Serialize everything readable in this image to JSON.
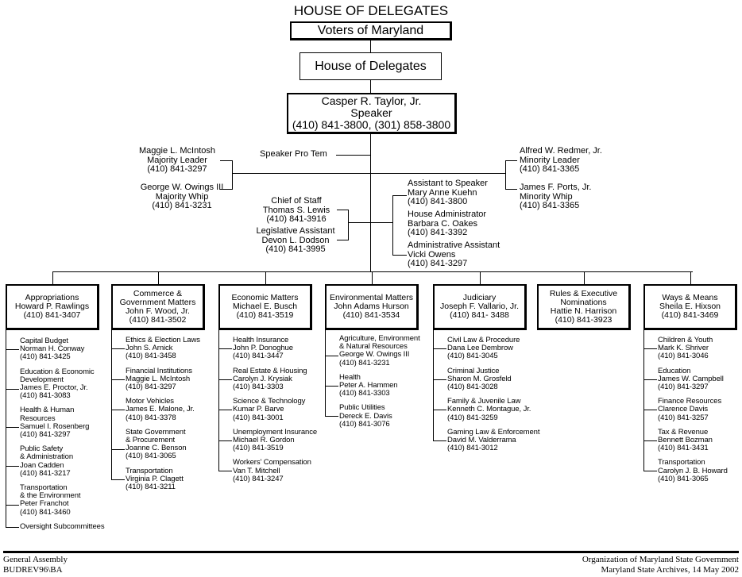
{
  "title": "HOUSE OF DELEGATES",
  "top_chain": {
    "voters": "Voters of Maryland",
    "house": "House of Delegates",
    "speaker": {
      "name": "Casper R. Taylor, Jr.",
      "role": "Speaker",
      "phone": "(410) 841-3800, (301) 858-3800"
    }
  },
  "speaker_pro_tem": "Speaker Pro Tem",
  "majority": [
    {
      "name": "Maggie L. McIntosh",
      "role": "Majority Leader",
      "phone": "(410) 841-3297"
    },
    {
      "name": "George W. Owings III",
      "role": "Majority Whip",
      "phone": "(410) 841-3231"
    }
  ],
  "minority": [
    {
      "name": "Alfred W. Redmer, Jr.",
      "role": "Minority Leader",
      "phone": "(410) 841-3365"
    },
    {
      "name": "James F. Ports, Jr.",
      "role": "Minority Whip",
      "phone": "(410) 841-3365"
    }
  ],
  "staff_left": [
    {
      "role": "Chief of Staff",
      "name": "Thomas S. Lewis",
      "phone": "(410) 841-3916"
    },
    {
      "role": "Legislative Assistant",
      "name": "Devon L. Dodson",
      "phone": "(410) 841-3995"
    }
  ],
  "staff_right": [
    {
      "role": "Assistant to Speaker",
      "name": "Mary Anne Kuehn",
      "phone": "(410) 841-3800"
    },
    {
      "role": "House Administrator",
      "name": "Barbara C. Oakes",
      "phone": "(410) 841-3392"
    },
    {
      "role": "Administrative Assistant",
      "name": "Vicki Owens",
      "phone": "(410) 841-3297"
    }
  ],
  "committees": [
    {
      "lines": [
        "Appropriations",
        "Howard P. Rawlings",
        "(410) 841-3407"
      ],
      "subs": [
        {
          "lines": [
            "Capital Budget",
            "Norman H. Conway",
            "(410) 841-3425"
          ]
        },
        {
          "lines": [
            "Education & Economic",
            "Development",
            "James E. Proctor, Jr.",
            "(410) 841-3083"
          ]
        },
        {
          "lines": [
            "Health & Human",
            "Resources",
            "Samuel I. Rosenberg",
            "(410) 841-3297"
          ]
        },
        {
          "lines": [
            "Public Safety",
            "& Administration",
            "Joan Cadden",
            "(410) 841-3217"
          ]
        },
        {
          "lines": [
            "Transportation",
            "& the Environment",
            "Peter Franchot",
            "(410) 841-3460"
          ]
        },
        {
          "lines": [
            "Oversight Subcommittees"
          ]
        }
      ]
    },
    {
      "lines": [
        "Commerce &",
        "Government Matters",
        "John F. Wood, Jr.",
        "(410) 841-3502"
      ],
      "subs": [
        {
          "lines": [
            "Ethics & Election Laws",
            "John S. Arnick",
            "(410) 841-3458"
          ]
        },
        {
          "lines": [
            "Financial Institutions",
            "Maggie L. McIntosh",
            "(410) 841-3297"
          ]
        },
        {
          "lines": [
            "Motor Vehicles",
            "James E. Malone, Jr.",
            "(410) 841-3378"
          ]
        },
        {
          "lines": [
            "State Government",
            "& Procurement",
            "Joanne C. Benson",
            "(410) 841-3065"
          ]
        },
        {
          "lines": [
            "Transportation",
            "Virginia P. Clagett",
            "(410) 841-3211"
          ]
        }
      ]
    },
    {
      "lines": [
        "Economic Matters",
        "Michael E. Busch",
        "(410) 841-3519"
      ],
      "subs": [
        {
          "lines": [
            "Health Insurance",
            "John P. Donoghue",
            "(410) 841-3447"
          ]
        },
        {
          "lines": [
            "Real Estate & Housing",
            "Carolyn J. Krysiak",
            "(410) 841-3303"
          ]
        },
        {
          "lines": [
            "Science & Technology",
            "Kumar P. Barve",
            "(410) 841-3001"
          ]
        },
        {
          "lines": [
            "Unemployment Insurance",
            "Michael R. Gordon",
            "(410) 841-3519"
          ]
        },
        {
          "lines": [
            "Workers' Compensation",
            "Van T. Mitchell",
            "(410) 841-3247"
          ]
        }
      ]
    },
    {
      "lines": [
        "Environmental Matters",
        "John Adams Hurson",
        "(410) 841-3534"
      ],
      "subs": [
        {
          "lines": [
            "Agriculture, Environment",
            "& Natural Resources",
            "George W. Owings III",
            "(410) 841-3231"
          ]
        },
        {
          "lines": [
            "Health",
            "Peter A. Hammen",
            "(410) 841-3303"
          ]
        },
        {
          "lines": [
            "Public Utilities",
            "Dereck E. Davis",
            "(410) 841-3076"
          ]
        }
      ]
    },
    {
      "lines": [
        "Judiciary",
        "Joseph F. Vallario, Jr.",
        "(410) 841- 3488"
      ],
      "subs": [
        {
          "lines": [
            "Civil Law & Procedure",
            "Dana Lee Dembrow",
            "(410) 841-3045"
          ]
        },
        {
          "lines": [
            "Criminal Justice",
            "Sharon M. Grosfeld",
            "(410) 841-3028"
          ]
        },
        {
          "lines": [
            "Family & Juvenile Law",
            "Kenneth C. Montague, Jr.",
            "(410) 841-3259"
          ]
        },
        {
          "lines": [
            "Gaming Law & Enforcement",
            "David M. Valderrama",
            "(410) 841-3012"
          ]
        }
      ]
    },
    {
      "lines": [
        "Rules & Executive",
        "Nominations",
        "Hattie N. Harrison",
        "(410) 841-3923"
      ],
      "subs": []
    },
    {
      "lines": [
        "Ways & Means",
        "Sheila E. Hixson",
        "(410) 841-3469"
      ],
      "subs": [
        {
          "lines": [
            "Children & Youth",
            "Mark K. Shriver",
            "(410) 841-3046"
          ]
        },
        {
          "lines": [
            "Education",
            "James W. Campbell",
            "(410) 841-3297"
          ]
        },
        {
          "lines": [
            "Finance Resources",
            "Clarence Davis",
            "(410) 841-3257"
          ]
        },
        {
          "lines": [
            "Tax & Revenue",
            "Bennett Bozman",
            "(410) 841-3431"
          ]
        },
        {
          "lines": [
            "Transportation",
            "Carolyn J. B. Howard",
            "(410) 841-3065"
          ]
        }
      ]
    }
  ],
  "footer": {
    "left_line1": "General Assembly",
    "left_line2": "BUDREV96\\BA",
    "right_line1": "Organization of Maryland State Government",
    "right_line2": "Maryland State Archives, 14 May 2002"
  }
}
